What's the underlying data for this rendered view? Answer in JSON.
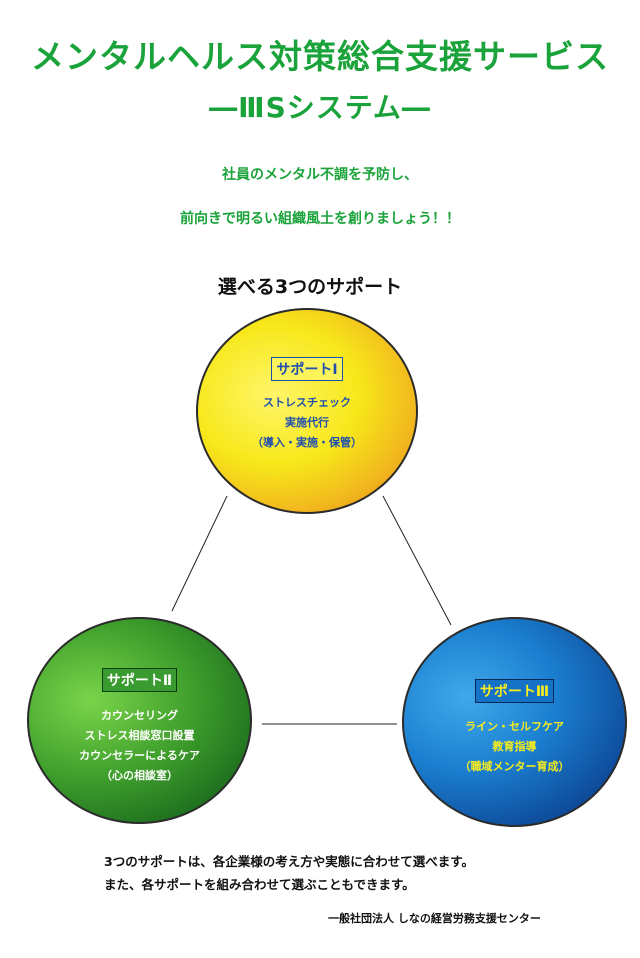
{
  "header": {
    "title": "メンタルヘルス対策総合支援サービス",
    "subtitle": "―ⅢSシステム―"
  },
  "slogan": {
    "line1": "社員のメンタル不調を予防し、",
    "line2": "前向きで明るい組織風土を創りましょう！！"
  },
  "section_heading": "選べる3つのサポート",
  "supports": [
    {
      "label": "サポートⅠ",
      "lines": [
        "ストレスチェック",
        "実施代行",
        "（導入・実施・保管）"
      ]
    },
    {
      "label": "サポートⅡ",
      "lines": [
        "カウンセリング",
        "ストレス相談窓口設置",
        "カウンセラーによるケア",
        "（心の相談室）"
      ]
    },
    {
      "label": "サポートⅢ",
      "lines": [
        "ライン・セルフケア",
        "教育指導",
        "（職域メンター育成）"
      ]
    }
  ],
  "footer": {
    "line1": "3つのサポートは、各企業様の考え方や実態に合わせて選べます。",
    "line2": "また、各サポートを組み合わせて選ぶこともできます。",
    "organization": "一般社団法人 しなの経営労務支援センター"
  },
  "colors": {
    "title_green": "#1aa33a",
    "support1_yellow": "#f7e81a",
    "support1_orange": "#e67a14",
    "support2_green": "#1d6e1e",
    "support3_blue": "#0f4e9e",
    "support1_text": "#1f4fae",
    "support3_text": "#f6ec1e"
  }
}
